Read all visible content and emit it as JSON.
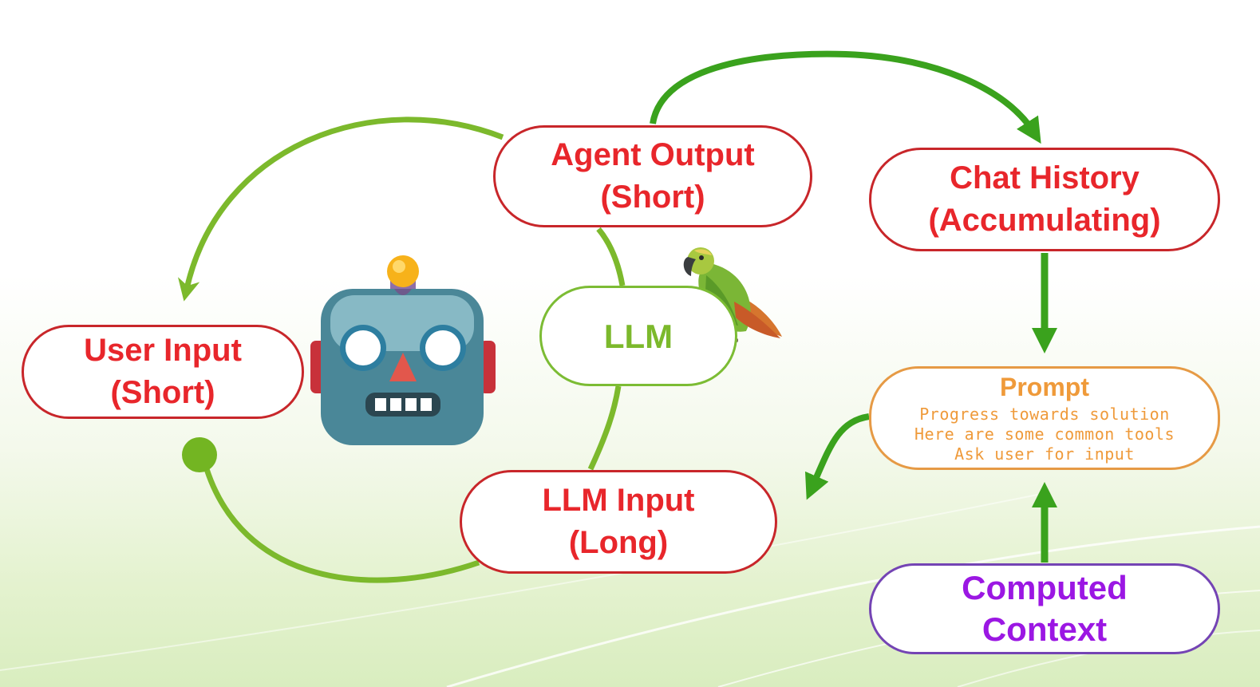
{
  "nodes": {
    "user_input": {
      "line1": "User Input",
      "line2": "(Short)"
    },
    "agent_output": {
      "line1": "Agent Output",
      "line2": "(Short)"
    },
    "chat_history": {
      "line1": "Chat History",
      "line2": "(Accumulating)"
    },
    "llm": {
      "label": "LLM"
    },
    "llm_input": {
      "line1": "LLM Input",
      "line2": "(Long)"
    },
    "prompt": {
      "title": "Prompt",
      "lines": [
        "Progress towards solution",
        "Here are some common tools",
        "Ask user for input"
      ]
    },
    "computed_context": {
      "line1": "Computed",
      "line2": "Context"
    }
  },
  "icons": [
    "robot-icon",
    "parrot-icon"
  ],
  "colors": {
    "node_border": "#c8262a",
    "node_text": "#e8262b",
    "arrow": "#3aa21d",
    "loop": "#7cb92c",
    "llm_border": "#7cbc34",
    "prompt_border": "#e69a45",
    "prompt_text": "#ef9a3a",
    "context_border": "#7444b4",
    "context_text": "#9b17e3"
  }
}
